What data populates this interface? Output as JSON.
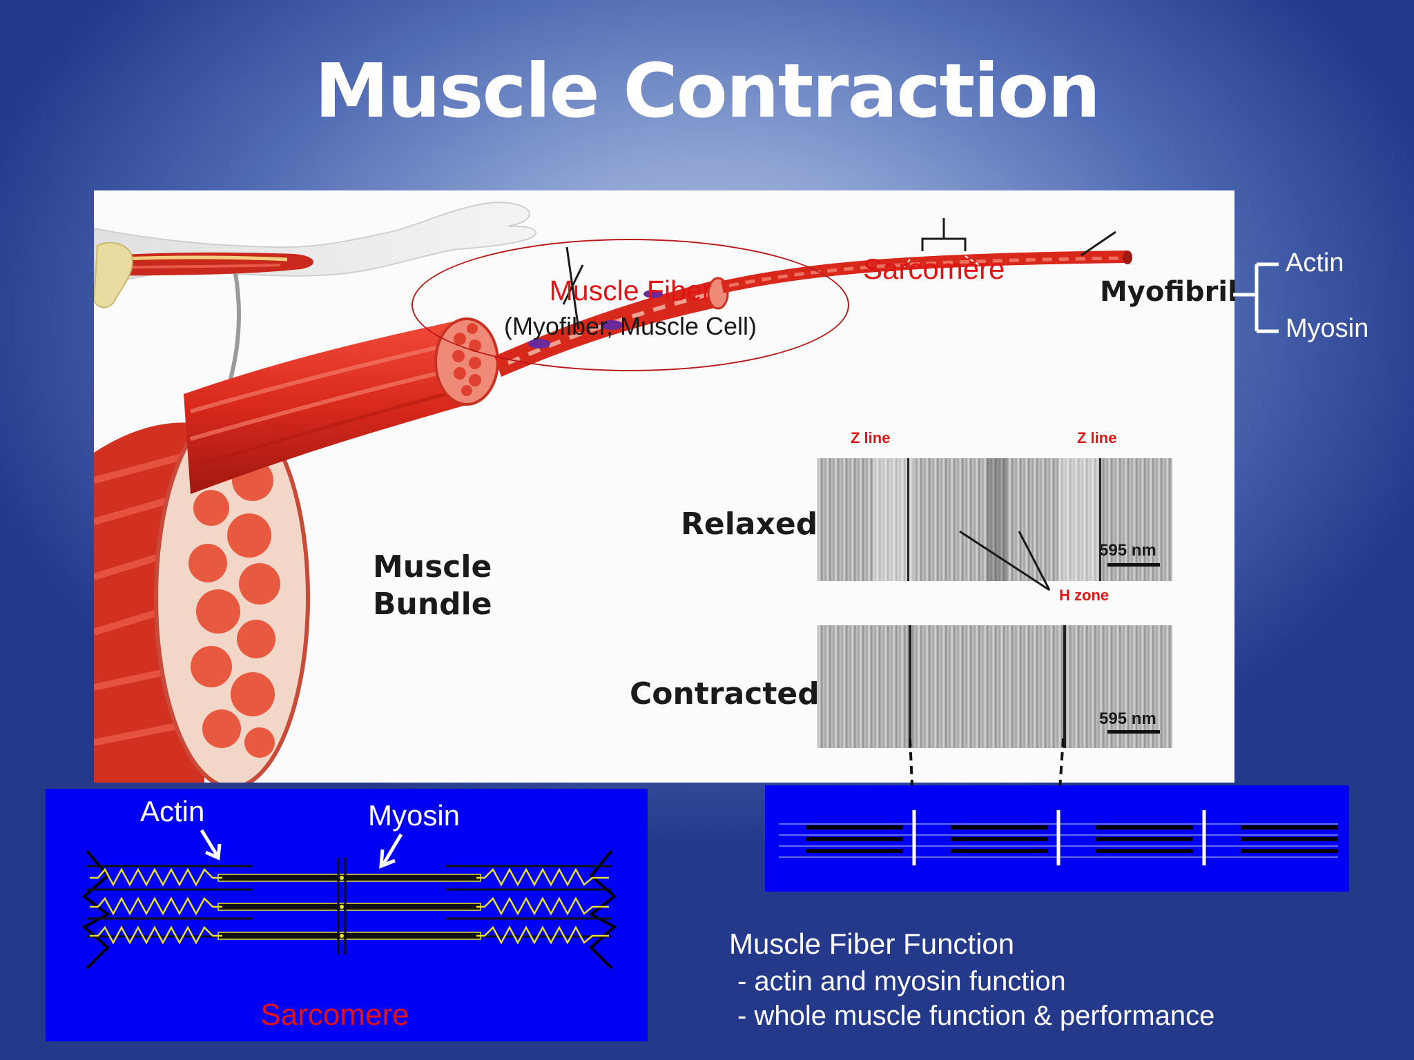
{
  "slide": {
    "title": "Muscle Contraction"
  },
  "main_figure": {
    "muscle_fiber_label": "Muscle Fiber",
    "muscle_fiber_sub": "(Myofiber, Muscle Cell)",
    "sarcomere_label": "Sarcomere",
    "myofibril_label": "Myofibril",
    "muscle_bundle_line1": "Muscle",
    "muscle_bundle_line2": "Bundle",
    "relaxed_label": "Relaxed",
    "contracted_label": "Contracted",
    "z_line_left": "Z line",
    "z_line_right": "Z line",
    "scale_relaxed": "595 nm",
    "scale_contracted": "595 nm",
    "h_zone_label": "H zone"
  },
  "side_bracket": {
    "actin": "Actin",
    "myosin": "Myosin"
  },
  "sarcomere_box": {
    "actin_label": "Actin",
    "myosin_label": "Myosin",
    "caption": "Sarcomere"
  },
  "function_text": {
    "heading": "Muscle Fiber Function",
    "item1": "- actin and myosin function",
    "item2": "- whole muscle function & performance"
  },
  "colors": {
    "accent_red": "#e01414",
    "box_blue": "#0000f5",
    "muscle_red": "#d8281c",
    "actin_yellow": "#e8e030"
  }
}
